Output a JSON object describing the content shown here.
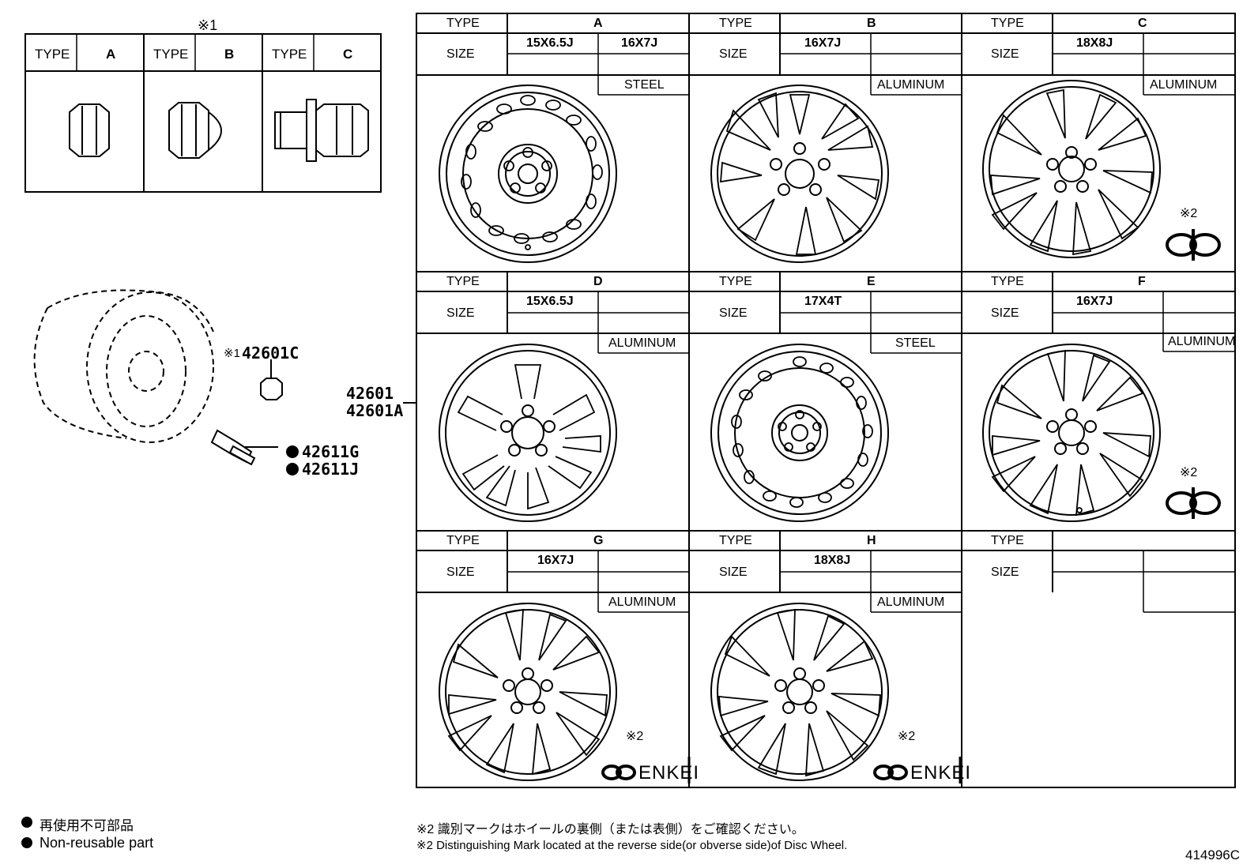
{
  "nut_table": {
    "note_mark": "※1",
    "type_label": "TYPE",
    "types": [
      "A",
      "B",
      "C"
    ]
  },
  "wheel_table": {
    "type_label": "TYPE",
    "size_label": "SIZE",
    "cells": [
      {
        "type": "A",
        "sizes": [
          "15X6.5J",
          "16X7J"
        ],
        "material": "STEEL",
        "mark": ""
      },
      {
        "type": "B",
        "sizes": [
          "16X7J",
          ""
        ],
        "material": "ALUMINUM",
        "mark": ""
      },
      {
        "type": "C",
        "sizes": [
          "18X8J",
          ""
        ],
        "material": "ALUMINUM",
        "mark": "※2"
      },
      {
        "type": "D",
        "sizes": [
          "15X6.5J",
          ""
        ],
        "material": "ALUMINUM",
        "mark": ""
      },
      {
        "type": "E",
        "sizes": [
          "17X4T",
          ""
        ],
        "material": "STEEL",
        "mark": ""
      },
      {
        "type": "F",
        "sizes": [
          "16X7J",
          ""
        ],
        "material": "ALUMINUM",
        "mark": "※2"
      },
      {
        "type": "G",
        "sizes": [
          "16X7J",
          ""
        ],
        "material": "ALUMINUM",
        "mark": "※2",
        "brand": "ENKEI"
      },
      {
        "type": "H",
        "sizes": [
          "18X8J",
          ""
        ],
        "material": "ALUMINUM",
        "mark": "※2",
        "brand": "ENKEI"
      },
      {
        "type": "",
        "sizes": [
          "",
          ""
        ],
        "material": "",
        "mark": ""
      }
    ]
  },
  "parts": {
    "nut_mark": "※1",
    "nut": "42601C",
    "wheel_1": "42601",
    "wheel_2": "42601A",
    "valve_1": "42611G",
    "valve_2": "42611J"
  },
  "legend": {
    "jp": "再使用不可部品",
    "en": "Non-reusable part"
  },
  "footnotes": {
    "jp": "※2 識別マークはホイールの裏側（または表側）をご確認ください。",
    "en": "※2 Distinguishing Mark located at the reverse side(or obverse side)of Disc Wheel."
  },
  "diagram_id": "414996C"
}
